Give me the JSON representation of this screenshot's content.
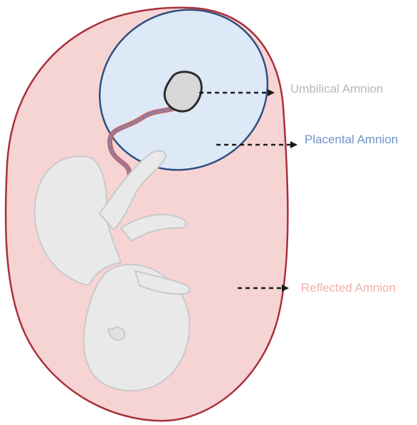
{
  "labels": {
    "umbilical": "Umbilical Amnion",
    "placental": "Placental Amnion",
    "reflected": "Reflected Amnion"
  },
  "colors": {
    "umbilical_label": "#b8b8b8",
    "placental_label": "#6f93c9",
    "reflected_label": "#efb1b1",
    "sac_fill": "#f7d4d4",
    "sac_stroke": "#a8303a",
    "placenta_fill": "#dde9f7",
    "placenta_stroke": "#2f4f80",
    "umbilical_fill": "#d8d8d8",
    "umbilical_stroke": "#2b2b2b",
    "fetus_fill": "#e9e9e9",
    "fetus_stroke": "#c9c9c9",
    "cord_red": "#c06a6a",
    "cord_blue": "#7d86b8",
    "arrow": "#1a1a1a"
  }
}
